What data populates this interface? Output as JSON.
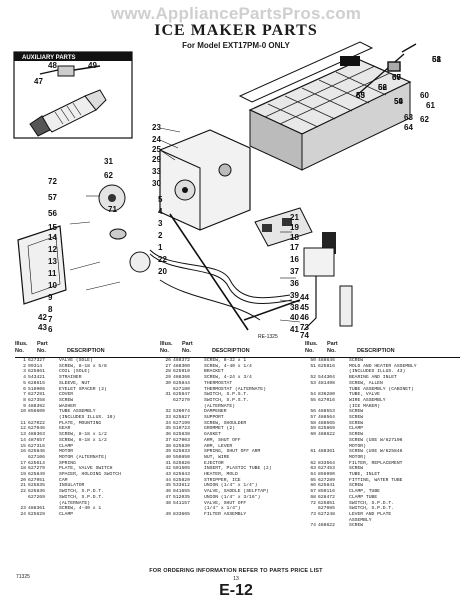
{
  "watermark": "www.AppliancePartsPros.com",
  "title": "ICE MAKER PARTS",
  "subtitle": "For Model EXT17PM-0 ONLY",
  "aux_label": "AUXILIARY PARTS",
  "diagram_code": "RE-1325",
  "callouts": [
    "68",
    "67",
    "66",
    "65",
    "59",
    "60",
    "61",
    "62",
    "63",
    "64",
    "48",
    "49",
    "47",
    "23",
    "24",
    "25",
    "29",
    "33",
    "30",
    "31",
    "62",
    "71",
    "72",
    "57",
    "56",
    "15",
    "14",
    "12",
    "13",
    "11",
    "10",
    "9",
    "8",
    "7",
    "6",
    "5",
    "4",
    "3",
    "2",
    "1",
    "22",
    "20",
    "21",
    "19",
    "18",
    "17",
    "16",
    "37",
    "36",
    "39",
    "38",
    "40",
    "41",
    "42",
    "43",
    "44",
    "45",
    "46",
    "73",
    "74",
    "51",
    "50",
    "52",
    "53",
    "54"
  ],
  "table_headers": {
    "col1a": "Illus.",
    "col1b": "No.",
    "col2a": "Part",
    "col2b": "No.",
    "col3": "DESCRIPTION"
  },
  "parts_col1": [
    [
      "1",
      "627327",
      "VALVE (SOLE)"
    ],
    [
      "2",
      "99314",
      "SCREW, 8-18 x 5/8"
    ],
    [
      "3",
      "625861",
      "COIL (SOLE)"
    ],
    [
      "4",
      "543421",
      "STRAINER"
    ],
    [
      "5",
      "628615",
      "SLEEVE, NUT"
    ],
    [
      "6",
      "510906",
      "EYELET SPACER (2)"
    ],
    [
      "7",
      "627291",
      "COVER"
    ],
    [
      "8",
      "627358",
      "SCREW"
    ],
    [
      "9",
      "488392",
      "WASHER"
    ],
    [
      "10",
      "856600",
      "TUBE ASSEMBLY"
    ],
    [
      "",
      "",
      "(INCLUDES ILLUS. 10)"
    ],
    [
      "11",
      "627022",
      "PLATE, MOUNTING"
    ],
    [
      "12",
      "627046",
      "GEAR"
    ],
    [
      "13",
      "488363",
      "SCREW, 8-18 x 1/2"
    ],
    [
      "14",
      "487657",
      "SCREW, 8-18 x 1/2"
    ],
    [
      "15",
      "627316",
      "CLAMP"
    ],
    [
      "16",
      "625846",
      "MOTOR"
    ],
    [
      "",
      "627106",
      "MOTOR (ALTERNATE)"
    ],
    [
      "17",
      "625614",
      "SPRING"
    ],
    [
      "18",
      "627279",
      "PLATE, VALVE SWITCH"
    ],
    [
      "19",
      "625849",
      "SPACER, HOLDING SWITCH"
    ],
    [
      "20",
      "627051",
      "CAM"
    ],
    [
      "21",
      "625835",
      "INSULATOR"
    ],
    [
      "22",
      "625836",
      "SWITCH, S.P.D.T."
    ],
    [
      "",
      "627269",
      "SWITCH, S.P.D.T."
    ],
    [
      "",
      "",
      "(ALTERNATE)"
    ],
    [
      "23",
      "488361",
      "SCREW, 4-40 x 1"
    ],
    [
      "24",
      "625629",
      "CLAMP"
    ]
  ],
  "parts_col2": [
    [
      "26",
      "488372",
      "SCREW, 8-32 x 1"
    ],
    [
      "27",
      "488300",
      "SCREW, 4-40 x 1/4"
    ],
    [
      "28",
      "625910",
      "BRACKET"
    ],
    [
      "29",
      "488360",
      "SCREW, 4-24 x 3/4"
    ],
    [
      "30",
      "625844",
      "THERMOSTAT"
    ],
    [
      "",
      "627180",
      "THERMOSTAT (ALTERNATE)"
    ],
    [
      "31",
      "625847",
      "SWITCH, S.P.S.T."
    ],
    [
      "",
      "627270",
      "SWITCH, S.P.S.T."
    ],
    [
      "",
      "",
      "(ALTERNATE)"
    ],
    [
      "32",
      "536074",
      "DAMPENER"
    ],
    [
      "33",
      "625827",
      "SUPPORT"
    ],
    [
      "34",
      "627199",
      "SCREW, SHOULDER"
    ],
    [
      "35",
      "510723",
      "GROMMET (2)"
    ],
    [
      "36",
      "625838",
      "GASKET"
    ],
    [
      "37",
      "627003",
      "ARM, SHUT OFF"
    ],
    [
      "38",
      "625830",
      "ARM, LEVER"
    ],
    [
      "39",
      "625833",
      "SPRING, SHUT OFF ARM"
    ],
    [
      "40",
      "550850",
      "NUT, WIRE"
    ],
    [
      "41",
      "625826",
      "EJECTOR"
    ],
    [
      "42",
      "501505",
      "INSERT, PLASTIC TUBE (2)"
    ],
    [
      "43",
      "625843",
      "HEATER, MOLD"
    ],
    [
      "44",
      "625820",
      "STRIPPER, ICE"
    ],
    [
      "45",
      "533612",
      "UNION (1/4\" x 1/4\")"
    ],
    [
      "46",
      "841655",
      "VALVE, SADDLE (SELFTAP)"
    ],
    [
      "47",
      "512035",
      "UNION (1/4\" x 3/16\")"
    ],
    [
      "48",
      "541157",
      "VALVE, SHUT OFF"
    ],
    [
      "",
      "",
      "(1/4\" x 1/4\")"
    ],
    [
      "49",
      "833665",
      "FILTER ASSEMBLY"
    ]
  ],
  "parts_col3": [
    [
      "50",
      "488646",
      "SCREW"
    ],
    [
      "51",
      "625816",
      "MOLD AND HEATER ASSEMBLY"
    ],
    [
      "",
      "",
      "(INCLUDES ILLUS. 43)"
    ],
    [
      "52",
      "544304",
      "BEARING AND INLET"
    ],
    [
      "53",
      "481498",
      "SCREW, ALLEN"
    ],
    [
      "",
      "",
      "TUBE ASSEMBLY (CABINET)"
    ],
    [
      "54",
      "836280",
      "TUBE, VALVE"
    ],
    [
      "55",
      "627016",
      "WIRE ASSEMBLY"
    ],
    [
      "",
      "",
      "(ICE MAKER)"
    ],
    [
      "56",
      "488553",
      "SCREW"
    ],
    [
      "57",
      "488564",
      "SCREW"
    ],
    [
      "58",
      "488565",
      "SCREW"
    ],
    [
      "59",
      "625869",
      "CLAMP"
    ],
    [
      "60",
      "488622",
      "SCREW"
    ],
    [
      "",
      "",
      "SCREW (USE W/627106"
    ],
    [
      "",
      "",
      "MOTOR)"
    ],
    [
      "61",
      "488361",
      "SCREW (USE W/625846"
    ],
    [
      "",
      "",
      "MOTOR)"
    ],
    [
      "62",
      "833564",
      "FILTER, REPLACEMENT"
    ],
    [
      "63",
      "627453",
      "SCREW"
    ],
    [
      "64",
      "856990",
      "TUBE, INLET"
    ],
    [
      "65",
      "627289",
      "FITTING, WATER TUBE"
    ],
    [
      "66",
      "625841",
      "SCREW"
    ],
    [
      "67",
      "850116",
      "CLAMP, TUBE"
    ],
    [
      "68",
      "628472",
      "CLAMP TUBE"
    ],
    [
      "72",
      "625851",
      "SWITCH, S.P.D.T."
    ],
    [
      "",
      "627085",
      "SWITCH, S.P.D.T."
    ],
    [
      "73",
      "627248",
      "LEVER AND PLATE"
    ],
    [
      "",
      "",
      "ASSEMBLY"
    ],
    [
      "74",
      "488622",
      "SCREW"
    ]
  ],
  "footer_note": "FOR ORDERING INFORMATION REFER TO PARTS PRICE LIST",
  "page_number": "13",
  "page_id": "E-12",
  "doc_code": "71325"
}
